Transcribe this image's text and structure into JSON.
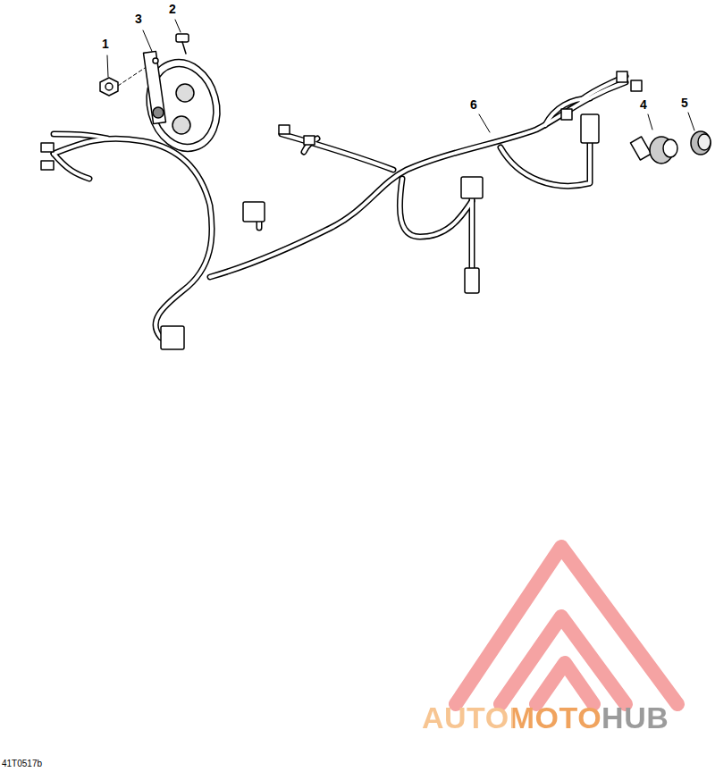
{
  "diagram": {
    "labels": [
      "1",
      "2",
      "3",
      "4",
      "5",
      "6",
      "41T0517b",
      "AUTOMOTOHUB"
    ]
  }
}
